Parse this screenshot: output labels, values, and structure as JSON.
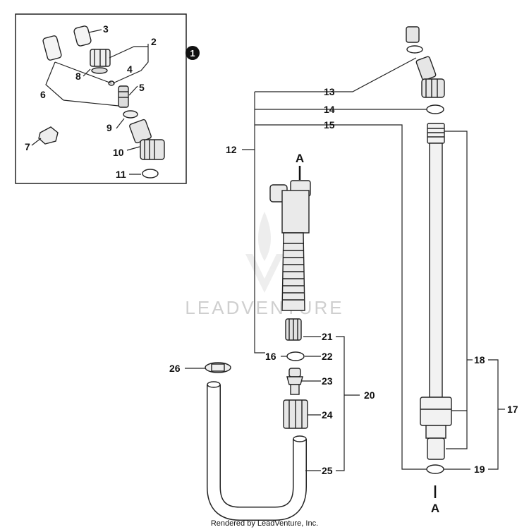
{
  "badge": "1",
  "callouts": {
    "c1": "2",
    "c2": "3",
    "c3": "4",
    "c4": "5",
    "c5": "6",
    "c6": "7",
    "c7": "8",
    "c8": "9",
    "c9": "10",
    "c10": "11",
    "c11": "12",
    "c12": "13",
    "c13": "14",
    "c14": "15",
    "c15": "16",
    "c16": "17",
    "c17": "18",
    "c18": "19",
    "c19": "20",
    "c20": "21",
    "c21": "22",
    "c22": "23",
    "c23": "24",
    "c24": "25",
    "c25": "26"
  },
  "section_mark": "A",
  "watermark": "LEADVENTURE",
  "footer": "Rendered by LeadVenture, Inc."
}
